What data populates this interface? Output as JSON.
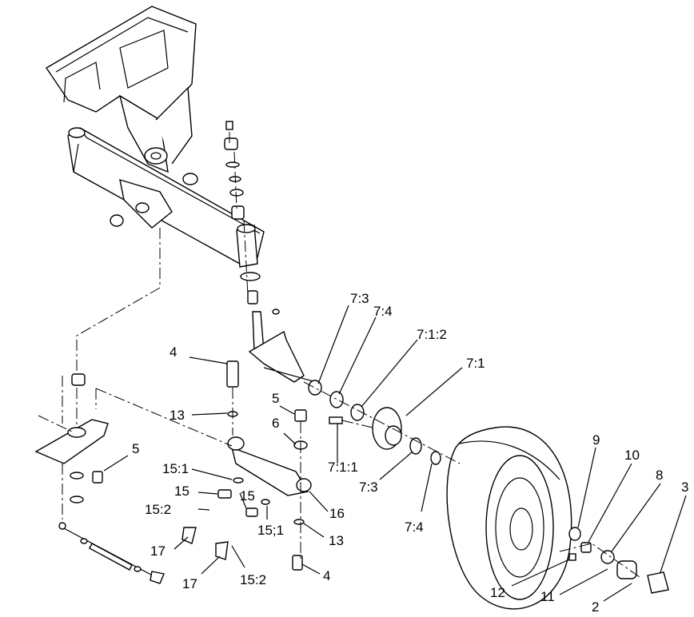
{
  "callouts": {
    "c73a": "7:3",
    "c74a": "7:4",
    "c712": "7:1:2",
    "c71": "7:1",
    "c4a": "4",
    "c13a": "13",
    "c5a": "5",
    "c6": "6",
    "c5b": "5",
    "c151a": "15:1",
    "c15a": "15",
    "c152a": "15:2",
    "c15b": "15",
    "c151b": "15;1",
    "c16": "16",
    "c13b": "13",
    "c711": "7:1:1",
    "c73b": "7:3",
    "c74b": "7:4",
    "c17a": "17",
    "c17b": "17",
    "c152b": "15:2",
    "c4b": "4",
    "c9": "9",
    "c10": "10",
    "c8": "8",
    "c3": "3",
    "c12": "12",
    "c11": "11",
    "c2": "2"
  }
}
